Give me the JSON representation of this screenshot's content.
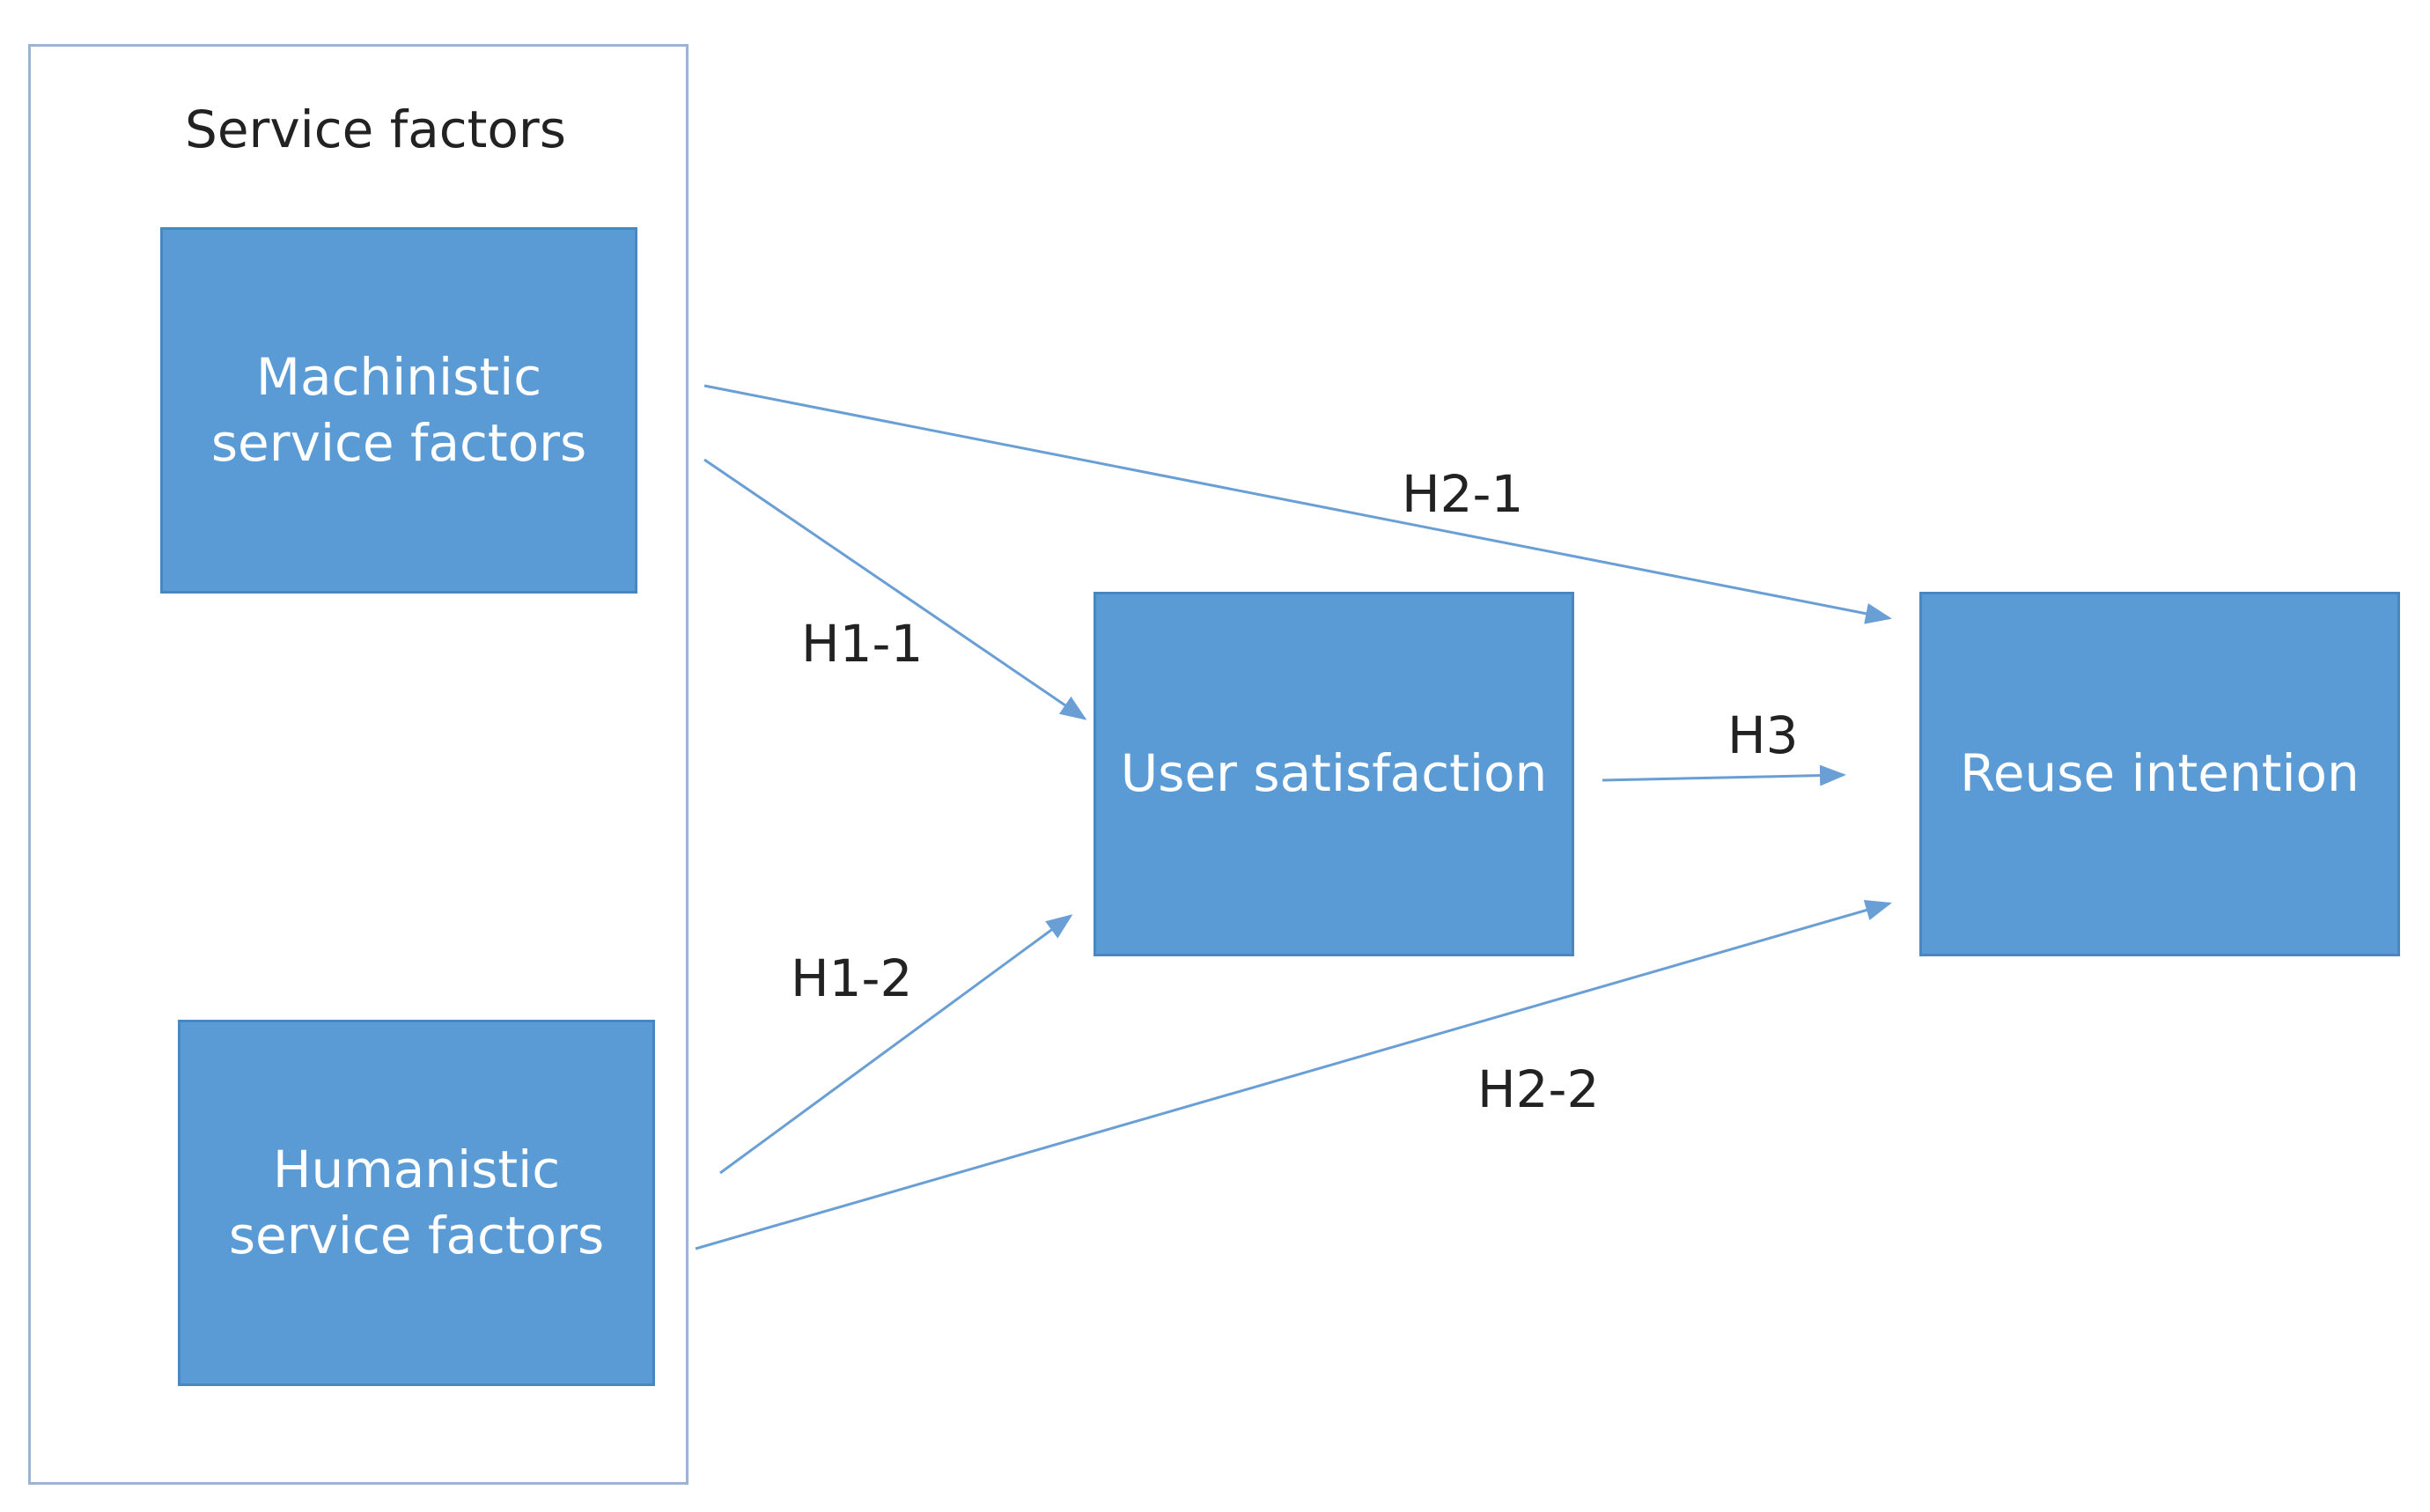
{
  "group": {
    "title": "Service factors"
  },
  "nodes": {
    "machinistic": {
      "line1": "Machinistic",
      "line2": "service factors"
    },
    "humanistic": {
      "line1": "Humanistic",
      "line2": "service factors"
    },
    "satisfaction": {
      "label": "User satisfaction"
    },
    "reuse": {
      "label": "Reuse intention"
    }
  },
  "edges": {
    "h1_1": "H1-1",
    "h1_2": "H1-2",
    "h2_1": "H2-1",
    "h2_2": "H2-2",
    "h3": "H3"
  },
  "colors": {
    "node_fill": "#5b9bd5",
    "node_border": "#4a86c0",
    "edge": "#6a9fd6",
    "frame": "#9bb4d3",
    "text": "#222222"
  }
}
